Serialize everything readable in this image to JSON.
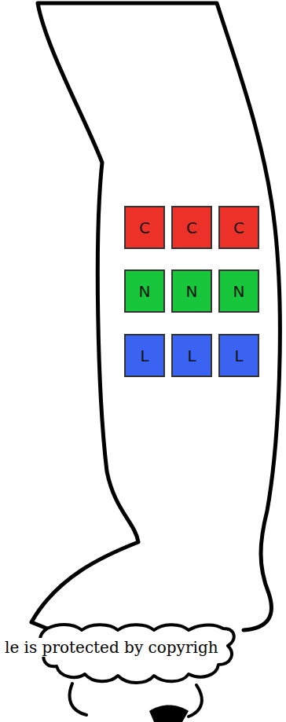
{
  "diagram": {
    "nodes": [
      {
        "text": [
          "C"
        ]
      },
      {
        "text": [
          "C"
        ]
      },
      {
        "text": [
          "C"
        ]
      },
      {
        "text": [
          "N"
        ]
      },
      {
        "text": [
          "N"
        ]
      },
      {
        "text": [
          "N"
        ]
      },
      {
        "text": [
          "L"
        ]
      },
      {
        "text": [
          "L"
        ]
      },
      {
        "text": [
          "L"
        ]
      }
    ],
    "labels": [
      "le is protected by copyrigh"
    ]
  }
}
